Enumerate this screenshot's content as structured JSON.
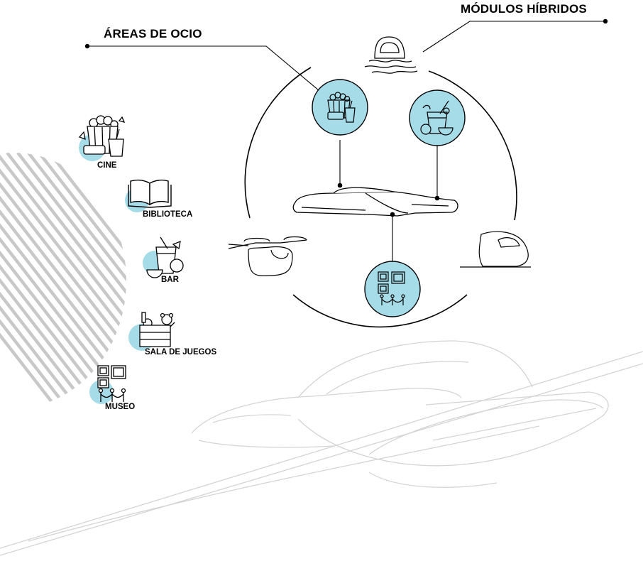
{
  "titles": {
    "areas": "ÁREAS DE OCIO",
    "modules": "MÓDULOS HÍBRIDOS"
  },
  "legend": {
    "items": [
      {
        "label": "CINE",
        "icon": "popcorn-ticket-icon"
      },
      {
        "label": "BIBLIOTECA",
        "icon": "open-book-icon"
      },
      {
        "label": "BAR",
        "icon": "cocktail-fruit-icon"
      },
      {
        "label": "SALA DE JUEGOS",
        "icon": "toy-box-icon"
      },
      {
        "label": "MUSEO",
        "icon": "gallery-frames-icon"
      }
    ]
  },
  "colors": {
    "accent": "#a6dbe8",
    "accent_fill": "#9fd6e4",
    "stroke": "#000000",
    "faint_stroke": "#d0d0d0",
    "hatch": "#c8c8c8"
  }
}
